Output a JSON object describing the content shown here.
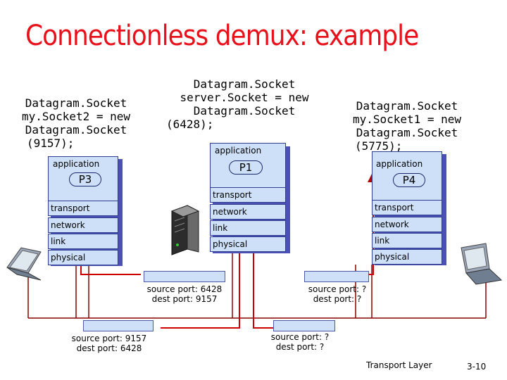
{
  "title": "Connectionless demux: example",
  "sockets": {
    "left": [
      "Datagram.Socket",
      "my.Socket2 = new",
      "Datagram.Socket",
      "(9157);"
    ],
    "middle": [
      "Datagram.Socket",
      "server.Socket = new",
      "Datagram.Socket",
      "(6428);"
    ],
    "right": [
      "Datagram.Socket",
      "my.Socket1 = new",
      "Datagram.Socket",
      "(5775);"
    ]
  },
  "hosts": {
    "left": {
      "application": "application",
      "process": "P3",
      "transport": "transport",
      "network": "network",
      "link": "link",
      "physical": "physical"
    },
    "middle": {
      "application": "application",
      "process": "P1",
      "transport": "transport",
      "network": "network",
      "link": "link",
      "physical": "physical"
    },
    "right": {
      "application": "application",
      "process": "P4",
      "transport": "transport",
      "network": "network",
      "link": "link",
      "physical": "physical"
    }
  },
  "segments": {
    "a": {
      "src": "source port: 6428",
      "dst": "dest port: 9157"
    },
    "b": {
      "src": "source port: 9157",
      "dst": "dest port: 6428"
    },
    "c": {
      "src": "source port: ?",
      "dst": "dest port: ?"
    },
    "d": {
      "src": "source port: ?",
      "dst": "dest port: ?"
    }
  },
  "footer": {
    "left": "Transport Layer",
    "right": "3-10"
  }
}
